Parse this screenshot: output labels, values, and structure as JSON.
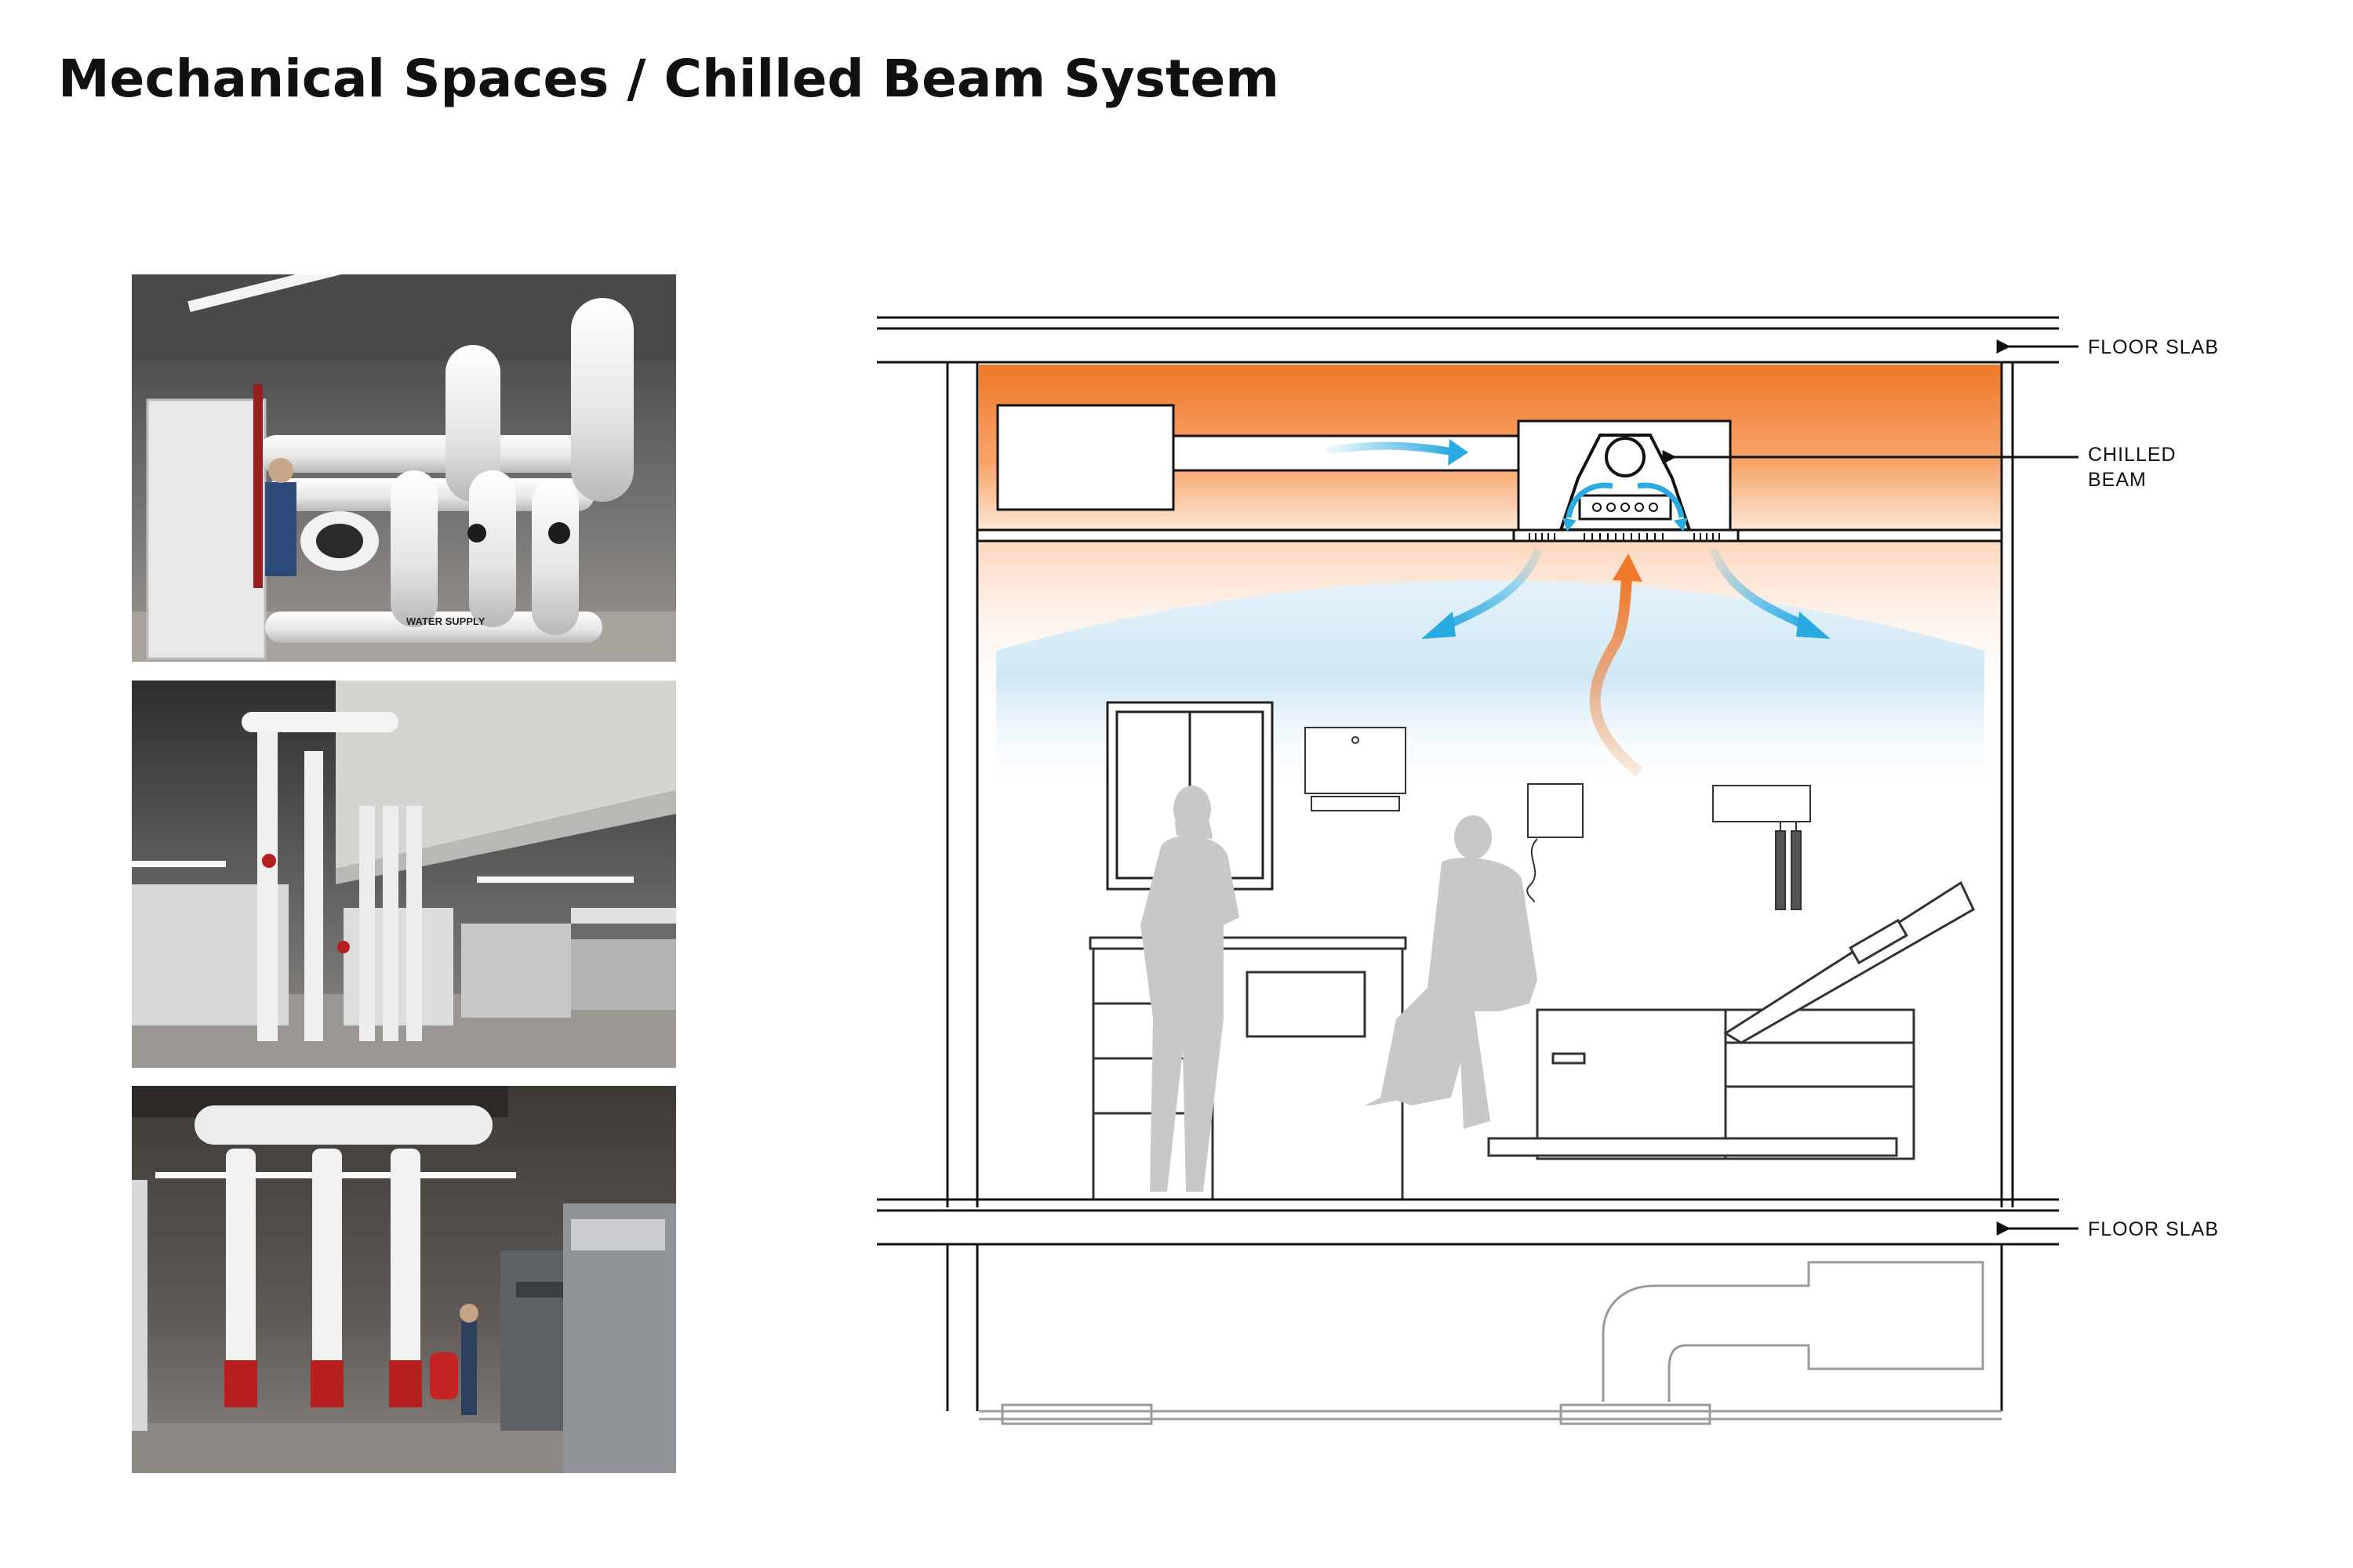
{
  "page": {
    "title": "Mechanical Spaces / Chilled Beam System"
  },
  "photos": [
    {
      "subject": "mechanical room with insulated white pipes and technician",
      "pipe_label": "WATER SUPPLY"
    },
    {
      "subject": "mechanical hall with overhead insulated pipes and electrical panels"
    },
    {
      "subject": "boiler room with vertical white pipes, red valves and gray boilers"
    }
  ],
  "diagram": {
    "labels": {
      "floor_slab_top": "FLOOR SLAB",
      "chilled_beam_line1": "CHILLED",
      "chilled_beam_line2": "BEAM",
      "floor_slab_bottom": "FLOOR SLAB"
    },
    "colors": {
      "warm_air": "#f0782a",
      "cool_air": "#29aae1",
      "figure_gray": "#c8c8c8",
      "line": "#111111"
    }
  }
}
